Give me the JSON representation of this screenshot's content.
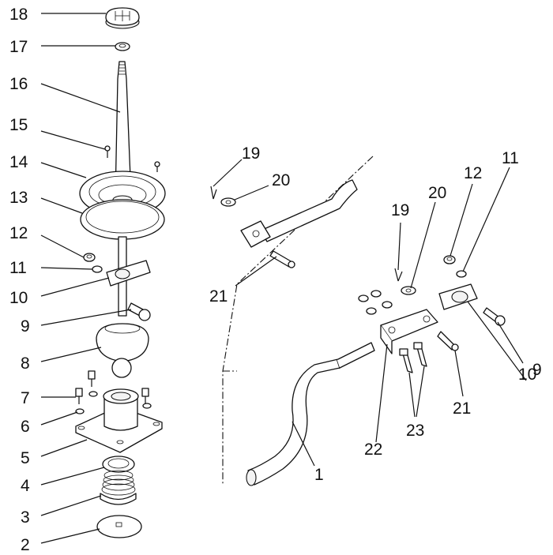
{
  "labels": {
    "l18": "18",
    "l17": "17",
    "l16": "16",
    "l15": "15",
    "l14": "14",
    "l13": "13",
    "l12a": "12",
    "l11a": "11",
    "l10a": "10",
    "l9a": "9",
    "l8": "8",
    "l7": "7",
    "l6": "6",
    "l5": "5",
    "l4": "4",
    "l3": "3",
    "l2": "2",
    "l19a": "19",
    "l20a": "20",
    "l21a": "21",
    "l19b": "19",
    "l20b": "20",
    "l12b": "12",
    "l11b": "11",
    "l10b": "10",
    "l9b": "9",
    "l21b": "21",
    "l22": "22",
    "l23": "23",
    "l1": "1"
  }
}
